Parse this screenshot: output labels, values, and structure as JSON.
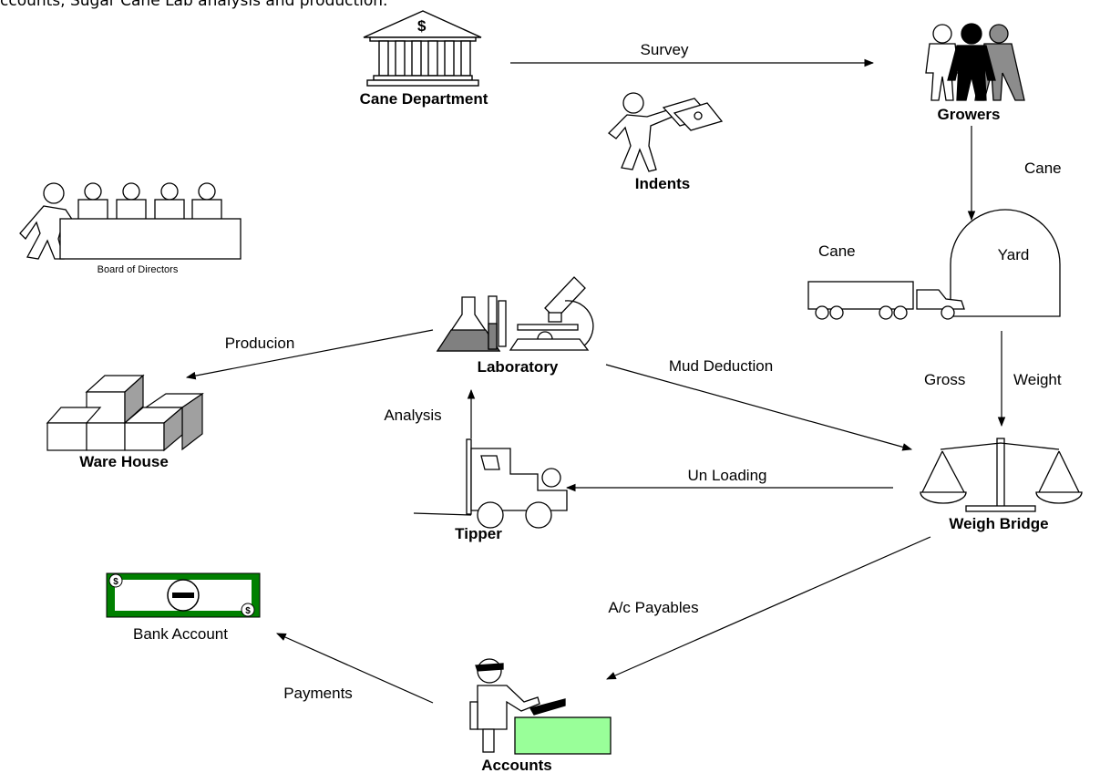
{
  "intro_text": "ccounts, Sugar Cane Lab analysis and production.",
  "nodes": {
    "cane_department": "Cane Department",
    "growers": "Growers",
    "indents": "Indents",
    "yard": "Yard",
    "truck_cargo": "Cane",
    "board": "Board of Directors",
    "laboratory": "Laboratory",
    "warehouse": "Ware House",
    "tipper": "Tipper",
    "weigh_bridge": "Weigh Bridge",
    "bank_account": "Bank Account",
    "accounts": "Accounts"
  },
  "edges": {
    "survey": "Survey",
    "cane": "Cane",
    "gross": "Gross",
    "weight": "Weight",
    "producion": "Producion",
    "mud_deduction": "Mud Deduction",
    "analysis": "Analysis",
    "unloading": "Un Loading",
    "ac_payables": "A/c Payables",
    "payments": "Payments"
  },
  "symbols": {
    "dollar": "$"
  },
  "colors": {
    "bank_note": "#008000",
    "accounts_desk": "#99ff99",
    "warehouse_shade": "#a0a0a0",
    "lab_liquid": "#808080"
  }
}
